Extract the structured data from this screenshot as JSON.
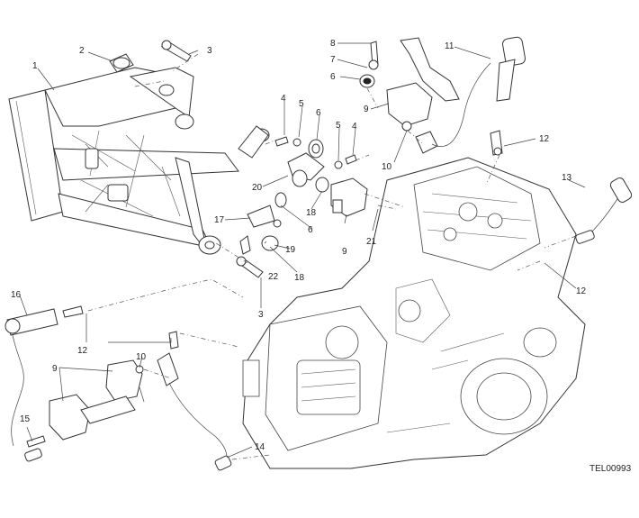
{
  "drawing_code": "TEL00993",
  "callouts": {
    "c1": "1",
    "c2": "2",
    "c3a": "3",
    "c3b": "3",
    "c4a": "4",
    "c4b": "4",
    "c5a": "5",
    "c5b": "5",
    "c6a": "6",
    "c6b": "6",
    "c6c": "6",
    "c7": "7",
    "c8": "8",
    "c9a": "9",
    "c9b": "9",
    "c9c": "9",
    "c10a": "10",
    "c10b": "10",
    "c11": "11",
    "c12a": "12",
    "c12b": "12",
    "c12c": "12",
    "c13": "13",
    "c14": "14",
    "c15": "15",
    "c16": "16",
    "c17": "17",
    "c18a": "18",
    "c18b": "18",
    "c19": "19",
    "c20": "20",
    "c21": "21",
    "c22": "22"
  }
}
